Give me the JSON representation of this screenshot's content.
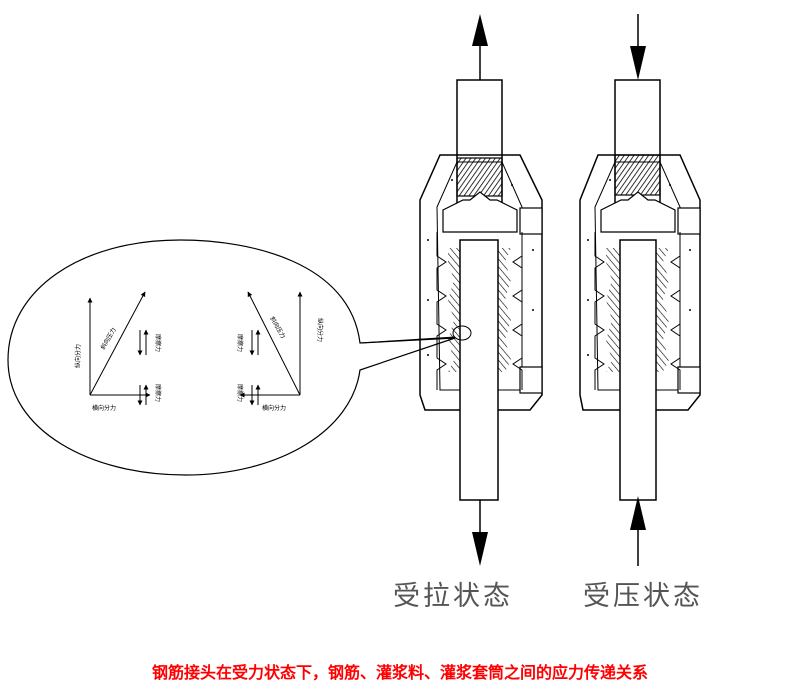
{
  "labels": {
    "tension_state": "受拉状态",
    "compression_state": "受压状态"
  },
  "caption": "钢筋接头在受力状态下，钢筋、灌浆料、灌浆套筒之间的应力传递关系",
  "detail_left": {
    "diagonal": "斜向压力",
    "vertical": "纵向分力",
    "horizontal": "横向分力",
    "small_upper": "摩擦力",
    "small_lower": "摩擦力"
  },
  "detail_right": {
    "diagonal": "斜向压力",
    "vertical": "纵向分力",
    "horizontal": "横向分力",
    "small_upper": "摩擦力",
    "small_lower": "摩擦力"
  },
  "colors": {
    "caption": "#ff0000",
    "line": "#000000",
    "label": "#555555"
  }
}
